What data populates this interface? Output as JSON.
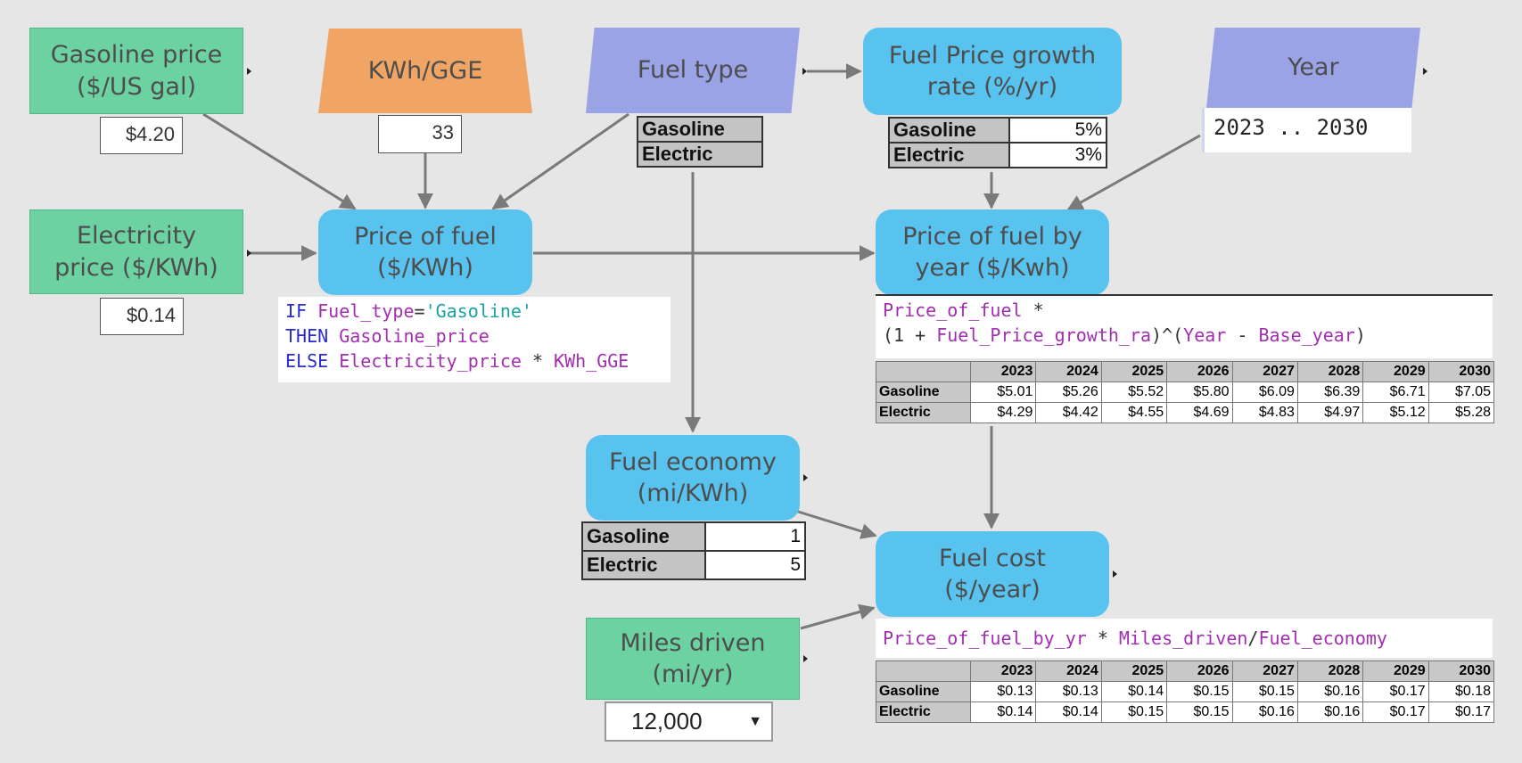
{
  "nodes": {
    "gasoline_price": {
      "label": "Gasoline price\n($/US gal)",
      "value": "$4.20"
    },
    "kwh_gge": {
      "label": "KWh/GGE",
      "value": "33"
    },
    "fuel_type": {
      "label": "Fuel type",
      "items": [
        "Gasoline",
        "Electric"
      ]
    },
    "growth_rate": {
      "label": "Fuel Price growth\nrate (%/yr)",
      "rows": [
        {
          "name": "Gasoline",
          "value": "5%"
        },
        {
          "name": "Electric",
          "value": "3%"
        }
      ]
    },
    "year": {
      "label": "Year",
      "value": "2023 .. 2030"
    },
    "electricity_price": {
      "label": "Electricity\nprice ($/KWh)",
      "value": "$0.14"
    },
    "price_of_fuel": {
      "label": "Price of fuel\n($/KWh)"
    },
    "price_by_year": {
      "label": "Price of fuel by\nyear ($/Kwh)"
    },
    "fuel_economy": {
      "label": "Fuel economy\n(mi/KWh)",
      "rows": [
        {
          "name": "Gasoline",
          "value": "1"
        },
        {
          "name": "Electric",
          "value": "5"
        }
      ]
    },
    "fuel_cost": {
      "label": "Fuel cost\n($/year)"
    },
    "miles_driven": {
      "label": "Miles driven\n(mi/yr)",
      "value": "12,000"
    }
  },
  "formulas": {
    "price_of_fuel": {
      "if_kw": "IF",
      "then_kw": "THEN",
      "else_kw": "ELSE",
      "cond_id": "Fuel_type",
      "cond_op": "=",
      "cond_str": "'Gasoline'",
      "then_id": "Gasoline_price",
      "else_id1": "Electricity_price",
      "else_op": " * ",
      "else_id2": "KWh_GGE"
    },
    "price_by_year": {
      "l1_id": "Price_of_fuel",
      "l1_op": " *",
      "l2_a": "(1 + ",
      "l2_id1": "Fuel_Price_growth_ra",
      "l2_b": ")^(",
      "l2_id2": "Year",
      "l2_c": " - ",
      "l2_id3": "Base_year",
      "l2_d": ")"
    },
    "fuel_cost": {
      "id1": "Price_of_fuel_by_yr",
      "op1": " * ",
      "id2": "Miles_driven",
      "op2": "/",
      "id3": "Fuel_economy"
    }
  },
  "tables": {
    "years": [
      "2023",
      "2024",
      "2025",
      "2026",
      "2027",
      "2028",
      "2029",
      "2030"
    ],
    "price_by_year": {
      "rows": [
        {
          "name": "Gasoline",
          "values": [
            "$5.01",
            "$5.26",
            "$5.52",
            "$5.80",
            "$6.09",
            "$6.39",
            "$6.71",
            "$7.05"
          ]
        },
        {
          "name": "Electric",
          "values": [
            "$4.29",
            "$4.42",
            "$4.55",
            "$4.69",
            "$4.83",
            "$4.97",
            "$5.12",
            "$5.28"
          ]
        }
      ]
    },
    "fuel_cost": {
      "rows": [
        {
          "name": "Gasoline",
          "values": [
            "$0.13",
            "$0.13",
            "$0.14",
            "$0.15",
            "$0.15",
            "$0.16",
            "$0.17",
            "$0.18"
          ]
        },
        {
          "name": "Electric",
          "values": [
            "$0.14",
            "$0.14",
            "$0.15",
            "$0.15",
            "$0.16",
            "$0.16",
            "$0.17",
            "$0.17"
          ]
        }
      ]
    }
  },
  "icons": {
    "dropdown": "chevron-down-icon"
  },
  "colors": {
    "input_node": "#6cd2a2",
    "variable_node": "#59c3ef",
    "constant_node": "#f0a564",
    "index_node": "#9aa3e6",
    "arrow": "#7a7a7a"
  }
}
